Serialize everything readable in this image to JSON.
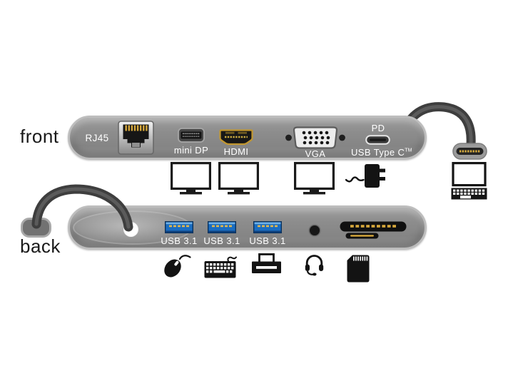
{
  "front_view": {
    "side_label": "front",
    "ports": [
      {
        "id": "rj45",
        "label": "RJ45"
      },
      {
        "id": "mini-dp",
        "label": "mini DP"
      },
      {
        "id": "hdmi",
        "label": "HDMI"
      },
      {
        "id": "vga",
        "label": "VGA"
      },
      {
        "id": "usb-type-c",
        "label_top": "PD",
        "label": "USB Type C",
        "label_tm": "TM"
      }
    ],
    "connected_device_icons": [
      "monitor",
      "monitor",
      "monitor",
      "power-adapter",
      "notebook"
    ]
  },
  "back_view": {
    "side_label": "back",
    "ports": [
      {
        "id": "usb-3-1-a",
        "label": "USB 3.1"
      },
      {
        "id": "usb-3-1-b",
        "label": "USB 3.1"
      },
      {
        "id": "usb-3-1-c",
        "label": "USB 3.1"
      },
      {
        "id": "audio-jack"
      },
      {
        "id": "sd-card-slot"
      },
      {
        "id": "micro-sd-slot"
      }
    ],
    "connected_device_icons": [
      "mouse",
      "keyboard",
      "printer",
      "headset",
      "memory-card"
    ]
  },
  "colors": {
    "background": "#ffffff",
    "dock_body": "#8d8d8d",
    "dock_rim": "#bdbdbd",
    "cable": "#3e3e3e",
    "usb3_blue": "#1b6dc0",
    "contact_gold": "#d8a93c",
    "port_label": "#ffffff",
    "side_label": "#191919"
  }
}
